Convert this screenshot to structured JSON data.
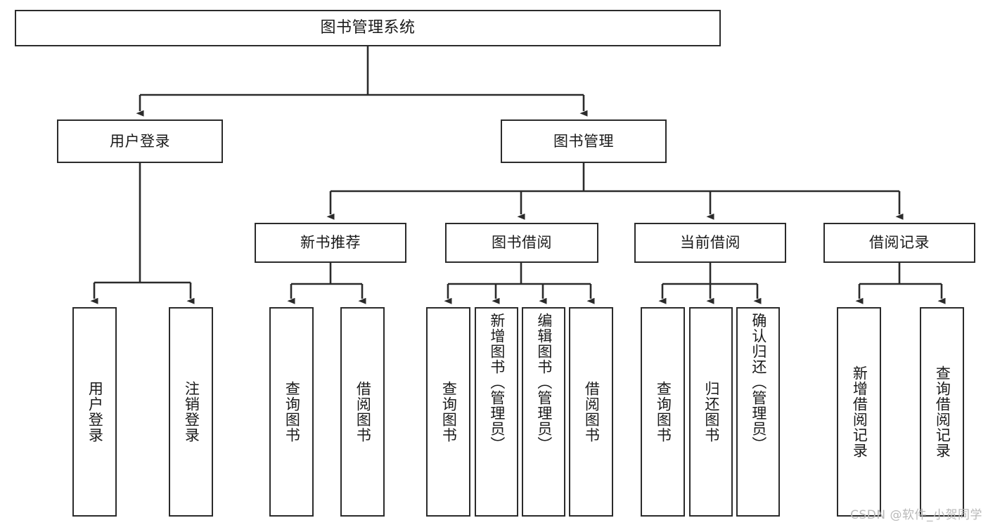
{
  "diagram": {
    "title": "图书管理系统",
    "watermark": "CSDN @软件_小贺同学",
    "accent_color": "#2b2b2b",
    "background_color": "#ffffff",
    "text_color": "#1a1a1a",
    "watermark_color": "#b9b9b9"
  },
  "nodes": {
    "root": {
      "label": "图书管理系统"
    },
    "level2": [
      {
        "label": "用户登录"
      },
      {
        "label": "图书管理"
      }
    ],
    "level3": [
      {
        "label": "新书推荐"
      },
      {
        "label": "图书借阅"
      },
      {
        "label": "当前借阅"
      },
      {
        "label": "借阅记录"
      }
    ],
    "leaves": {
      "user_login": [
        {
          "label": "用户登录"
        },
        {
          "label": "注销登录"
        }
      ],
      "new_book_recommend": [
        {
          "label": "查询图书"
        },
        {
          "label": "借阅图书"
        }
      ],
      "book_borrow": [
        {
          "label": "查询图书"
        },
        {
          "label": "新增图书（管理员）"
        },
        {
          "label": "编辑图书（管理员）"
        },
        {
          "label": "借阅图书"
        }
      ],
      "current_borrow": [
        {
          "label": "查询图书"
        },
        {
          "label": "归还图书"
        },
        {
          "label": "确认归还（管理员）"
        }
      ],
      "borrow_record": [
        {
          "label": "新增借阅记录"
        },
        {
          "label": "查询借阅记录"
        }
      ]
    }
  }
}
